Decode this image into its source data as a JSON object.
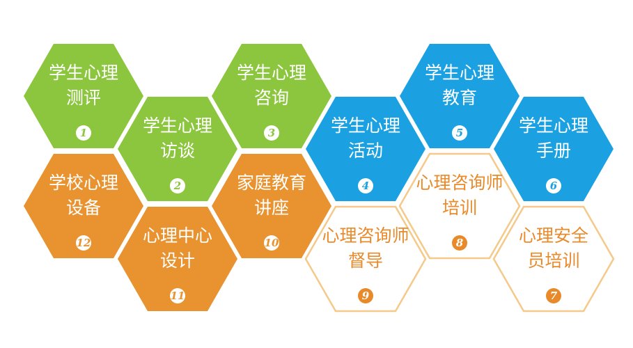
{
  "colors": {
    "green": "#8cc63f",
    "blue": "#1ba1e2",
    "orange": "#e99330",
    "outline": "#f4c98a",
    "outline_text": "#e98a2a",
    "white": "#ffffff",
    "background": "#ffffff"
  },
  "hexes": [
    {
      "id": "student-psych-assessment",
      "lines": [
        "学生心理",
        "测评"
      ],
      "number": "1",
      "style": "green"
    },
    {
      "id": "student-psych-interview",
      "lines": [
        "学生心理",
        "访谈"
      ],
      "number": "2",
      "style": "green"
    },
    {
      "id": "student-psych-consultation",
      "lines": [
        "学生心理",
        "咨询"
      ],
      "number": "3",
      "style": "green"
    },
    {
      "id": "student-psych-activities",
      "lines": [
        "学生心理",
        "活动"
      ],
      "number": "4",
      "style": "blue"
    },
    {
      "id": "student-psych-education",
      "lines": [
        "学生心理",
        "教育"
      ],
      "number": "5",
      "style": "blue"
    },
    {
      "id": "student-psych-handbook",
      "lines": [
        "学生心理",
        "手册"
      ],
      "number": "6",
      "style": "blue"
    },
    {
      "id": "psych-safety-training",
      "lines": [
        "心理安全",
        "员培训"
      ],
      "number": "7",
      "style": "outline"
    },
    {
      "id": "counselor-training",
      "lines": [
        "心理咨询师",
        "培训"
      ],
      "number": "8",
      "style": "outline"
    },
    {
      "id": "counselor-supervision",
      "lines": [
        "心理咨询师",
        "督导"
      ],
      "number": "9",
      "style": "outline"
    },
    {
      "id": "family-education-lecture",
      "lines": [
        "家庭教育",
        "讲座"
      ],
      "number": "10",
      "style": "orange"
    },
    {
      "id": "psych-center-design",
      "lines": [
        "心理中心",
        "设计"
      ],
      "number": "11",
      "style": "orange"
    },
    {
      "id": "school-psych-equipment",
      "lines": [
        "学校心理",
        "设备"
      ],
      "number": "12",
      "style": "orange"
    }
  ]
}
